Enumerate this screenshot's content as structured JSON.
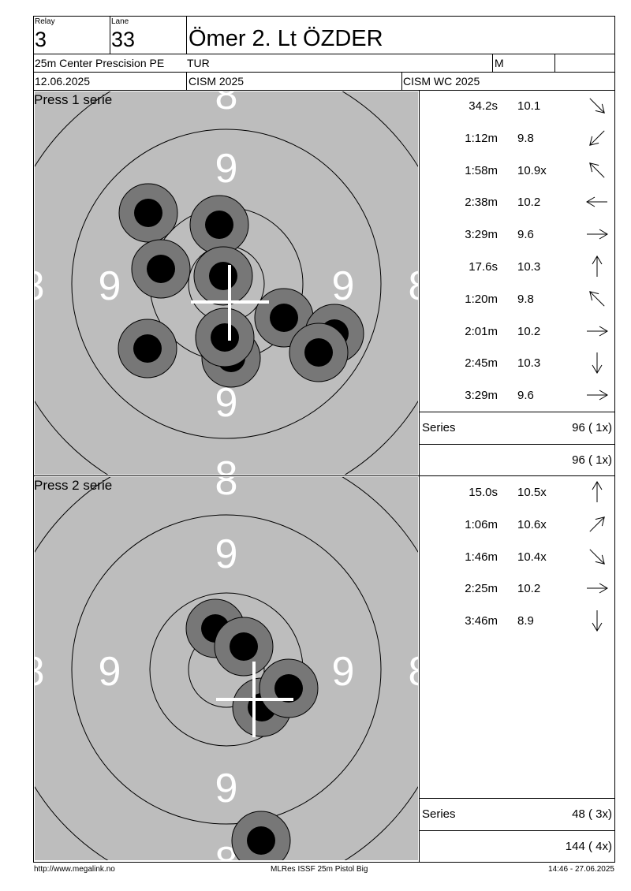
{
  "header": {
    "relay_label": "Relay",
    "relay": "3",
    "lane_label": "Lane",
    "lane": "33",
    "name": "Ömer 2. Lt ÖZDER",
    "event": "25m Center Prescision PE",
    "nation": "TUR",
    "class": "M",
    "date": "12.06.2025",
    "competition": "CISM 2025",
    "sub_competition": "CISM WC 2025"
  },
  "series": [
    {
      "title": "Press 1 serie",
      "ring_labels": [
        "8",
        "9",
        "9",
        "9",
        "9",
        "8",
        "8",
        "9",
        "8"
      ],
      "shots": [
        {
          "time": "34.2s",
          "value": "10.1",
          "dir": "down-right"
        },
        {
          "time": "1:12m",
          "value": "9.8",
          "dir": "down-left"
        },
        {
          "time": "1:58m",
          "value": "10.9x",
          "dir": "up-left"
        },
        {
          "time": "2:38m",
          "value": "10.2",
          "dir": "left"
        },
        {
          "time": "3:29m",
          "value": "9.6",
          "dir": "right"
        },
        {
          "time": "17.6s",
          "value": "10.3",
          "dir": "up"
        },
        {
          "time": "1:20m",
          "value": "9.8",
          "dir": "up-left"
        },
        {
          "time": "2:01m",
          "value": "10.2",
          "dir": "right"
        },
        {
          "time": "2:45m",
          "value": "10.3",
          "dir": "down"
        },
        {
          "time": "3:29m",
          "value": "9.6",
          "dir": "right"
        }
      ],
      "series_label": "Series",
      "series_total": "96 ( 1x)",
      "cumulative_total": "96 ( 1x)"
    },
    {
      "title": "Press 2 serie",
      "ring_labels": [
        "8",
        "9",
        "9",
        "9",
        "9",
        "8",
        "8",
        "9",
        "8"
      ],
      "shots": [
        {
          "time": "15.0s",
          "value": "10.5x",
          "dir": "up"
        },
        {
          "time": "1:06m",
          "value": "10.6x",
          "dir": "up-right"
        },
        {
          "time": "1:46m",
          "value": "10.4x",
          "dir": "down-right"
        },
        {
          "time": "2:25m",
          "value": "10.2",
          "dir": "right"
        },
        {
          "time": "3:46m",
          "value": "8.9",
          "dir": "down"
        }
      ],
      "series_label": "Series",
      "series_total": "48 ( 3x)",
      "cumulative_total": "144 ( 4x)"
    }
  ],
  "footer": {
    "url": "http://www.megalink.no",
    "program": "MLRes ISSF 25m Pistol Big",
    "timestamp": "14:46 - 27.06.2025"
  },
  "colors": {
    "target_bg": "#bdbdbd",
    "shot_outer": "#777777",
    "shot_inner": "#000000",
    "ring_number": "#ffffff"
  }
}
